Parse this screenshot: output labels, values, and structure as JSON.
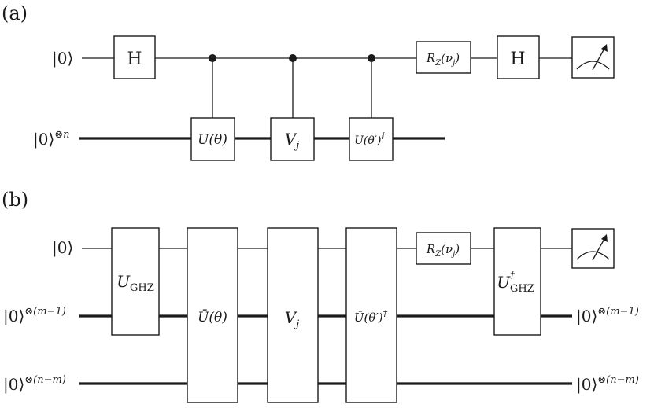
{
  "panel_a": {
    "label": "(a)",
    "inputs": {
      "top": "|0⟩",
      "bottom_base": "|0⟩",
      "bottom_sup": "⊗n"
    },
    "gates": {
      "h1": "H",
      "u_theta": "U(θ)",
      "v_j": "V",
      "v_j_sub": "j",
      "u_theta_prime": "U(θ′)",
      "u_theta_prime_sup": "†",
      "rz_main": "R",
      "rz_sub": "Z",
      "rz_arg": "(ν",
      "rz_arg_sub": "j",
      "rz_close": ")",
      "h2": "H"
    },
    "meter": "measurement-icon"
  },
  "panel_b": {
    "label": "(b)",
    "inputs": {
      "top": "|0⟩",
      "mid_base": "|0⟩",
      "mid_sup": "⊗(m−1)",
      "bot_base": "|0⟩",
      "bot_sup": "⊗(n−m)"
    },
    "outputs": {
      "mid_base": "|0⟩",
      "mid_sup": "⊗(m−1)",
      "bot_base": "|0⟩",
      "bot_sup": "⊗(n−m)"
    },
    "gates": {
      "ughz_main": "U",
      "ughz_sub": "GHZ",
      "ubar_theta": "Ū(θ)",
      "v_j": "V",
      "v_j_sub": "j",
      "ubar_theta_prime": "Ū(θ′)",
      "ubar_theta_prime_sup": "†",
      "rz_main": "R",
      "rz_sub": "Z",
      "rz_arg": "(ν",
      "rz_arg_sub": "j",
      "rz_close": ")",
      "ughz_dag_main": "U",
      "ughz_dag_sup": "†",
      "ughz_dag_sub": "GHZ"
    },
    "meter": "measurement-icon"
  }
}
